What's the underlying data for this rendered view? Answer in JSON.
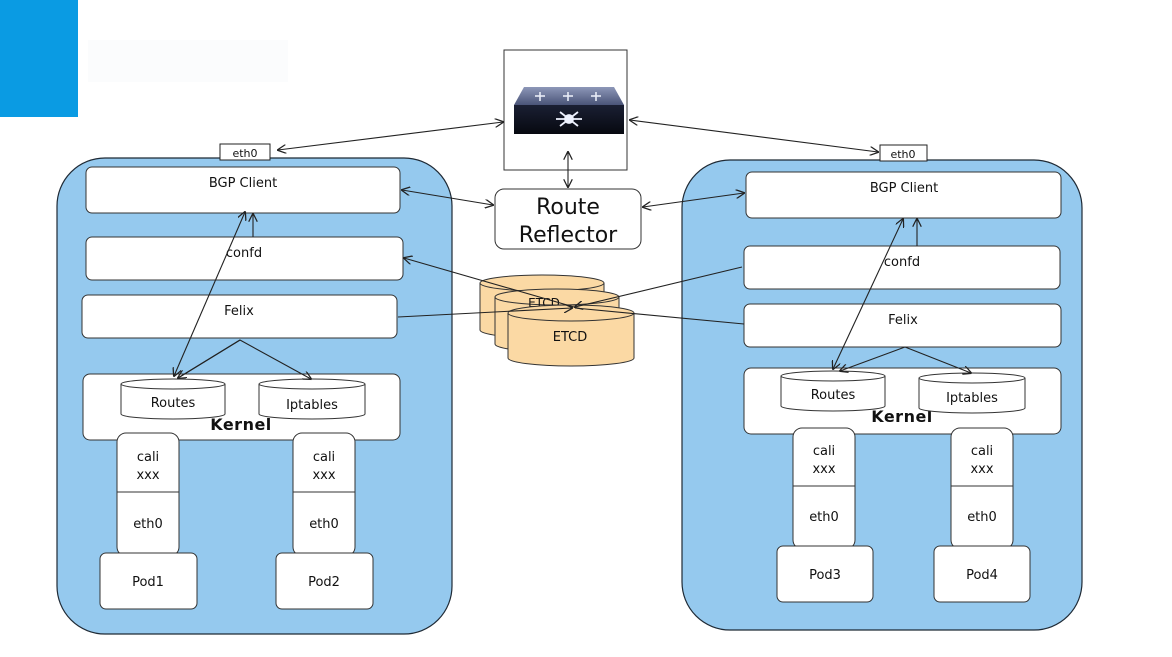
{
  "route_reflector": {
    "line1": "Route",
    "line2": "Reflector"
  },
  "etcd": {
    "label": "ETCD",
    "back_label": "ETCD"
  },
  "node_left": {
    "eth0": "eth0",
    "bgp_client": "BGP Client",
    "confd": "confd",
    "felix": "Felix",
    "kernel": "Kernel",
    "routes": "Routes",
    "iptables": "Iptables",
    "pods": [
      {
        "cali_line1": "cali",
        "cali_line2": "xxx",
        "eth": "eth0",
        "name": "Pod1"
      },
      {
        "cali_line1": "cali",
        "cali_line2": "xxx",
        "eth": "eth0",
        "name": "Pod2"
      }
    ]
  },
  "node_right": {
    "eth0": "eth0",
    "bgp_client": "BGP Client",
    "confd": "confd",
    "felix": "Felix",
    "kernel": "Kernel",
    "routes": "Routes",
    "iptables": "Iptables",
    "pods": [
      {
        "cali_line1": "cali",
        "cali_line2": "xxx",
        "eth": "eth0",
        "name": "Pod3"
      },
      {
        "cali_line1": "cali",
        "cali_line2": "xxx",
        "eth": "eth0",
        "name": "Pod4"
      }
    ]
  },
  "colors": {
    "node_fill": "#95c9ee",
    "etcd_fill": "#fbd9a4",
    "corner_accent": "#0a9be3"
  },
  "icons": {
    "switch": "network-switch-icon"
  }
}
